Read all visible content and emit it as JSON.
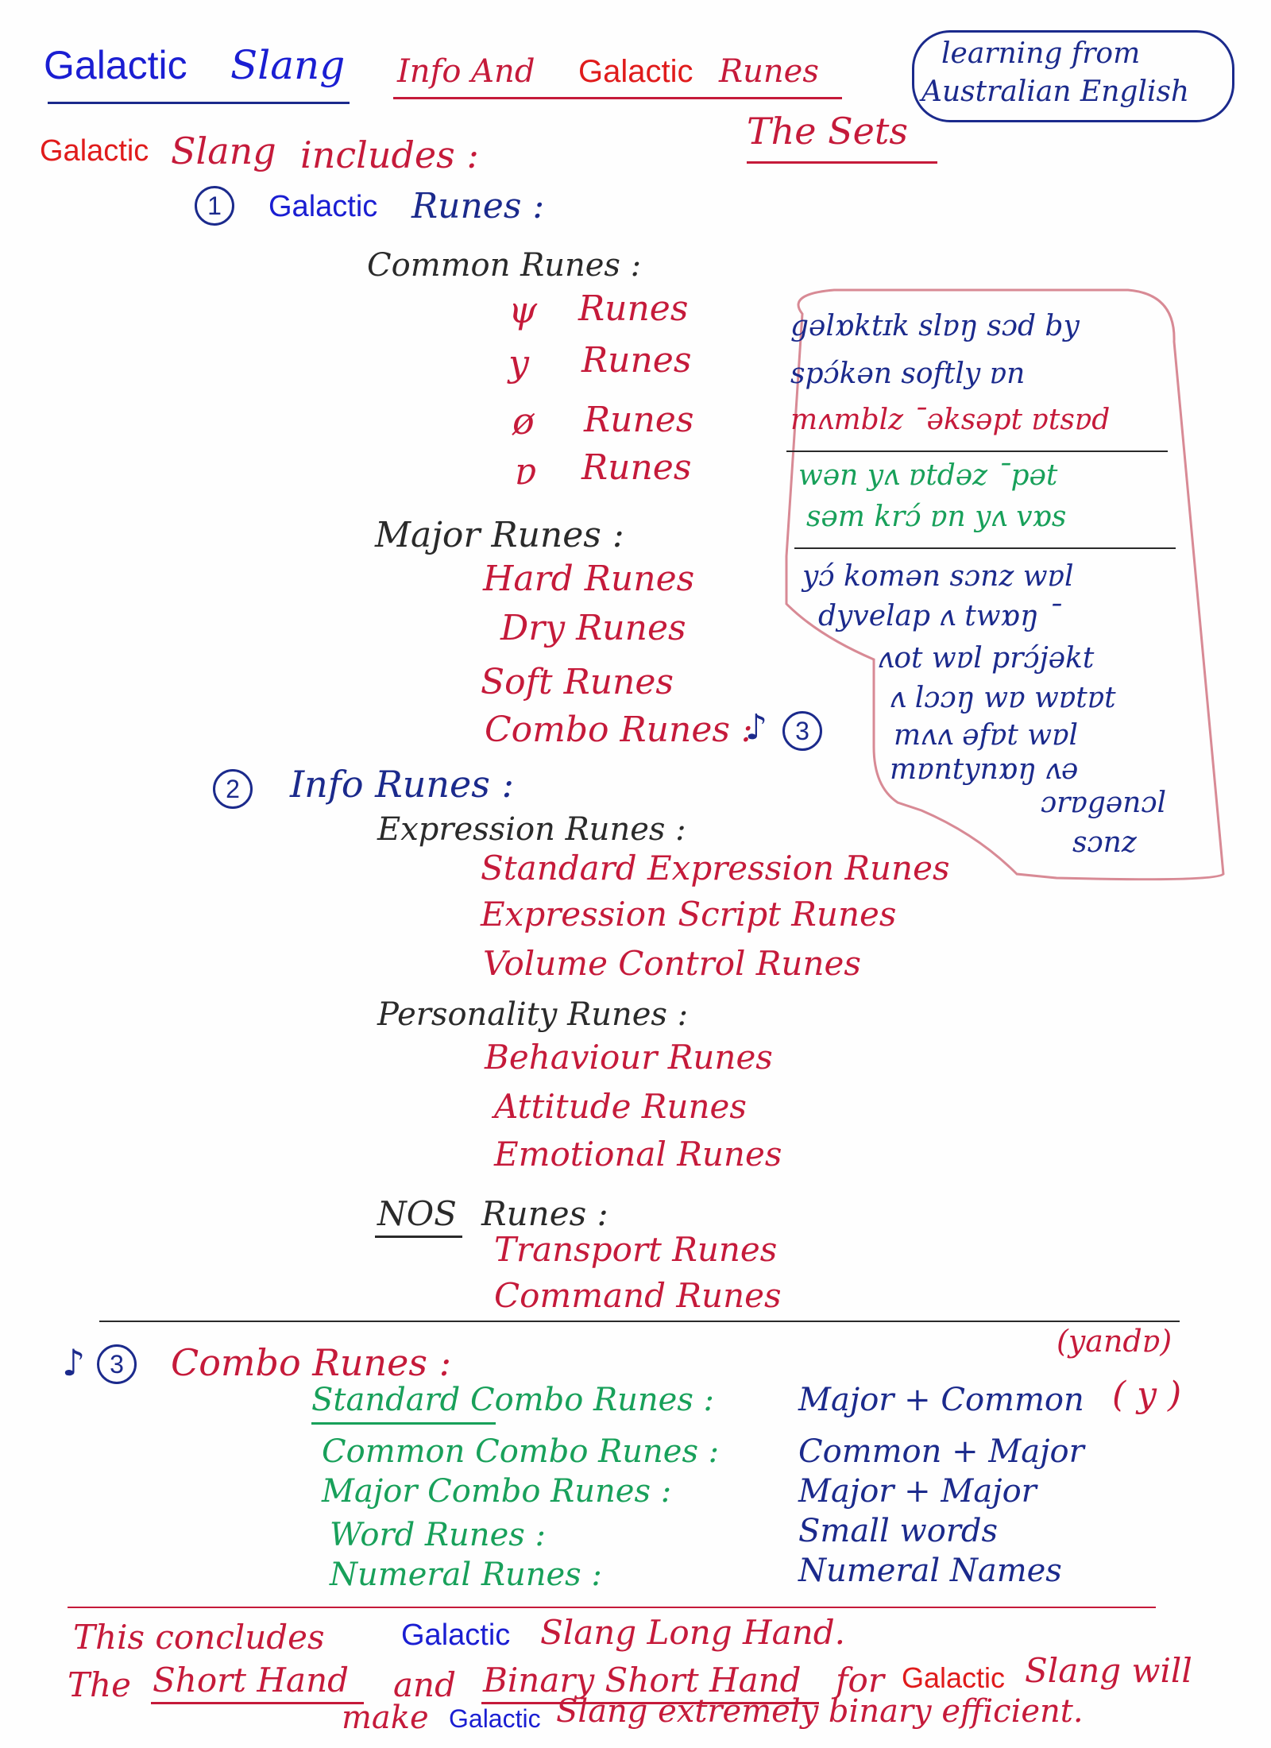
{
  "header": {
    "title_a": "Galactic",
    "title_b": "Slang",
    "sub_a": "Info And",
    "sub_b": "Galactic",
    "sub_c": "Runes",
    "sets": "The Sets",
    "box_line1": "learning from",
    "box_line2": "Australian English"
  },
  "intro": {
    "a": "Galactic",
    "b": "Slang",
    "c": "includes :"
  },
  "section1": {
    "num": "1",
    "a": "Galactic",
    "b": "Runes :",
    "common_heading": "Common Runes :",
    "common_items": [
      {
        "glyph": "ψ",
        "label": "Runes"
      },
      {
        "glyph": "y",
        "label": "Runes"
      },
      {
        "glyph": "ø",
        "label": "Runes"
      },
      {
        "glyph": "ɐ",
        "label": "Runes"
      }
    ],
    "major_heading": "Major Runes :",
    "major_items": [
      "Hard Runes",
      "Dry Runes",
      "Soft Runes",
      "Combo Runes :"
    ],
    "combo_ref": "3"
  },
  "bubble": {
    "lines": [
      "gəlɒktɪk slɐŋ sɔd by",
      "spɔ́kən softly ɐn",
      "mʌmblz ˉəksəpt ɐtsɐd",
      "wən yʌ ɐtdəz ˉpət",
      "səm krɔ́ ɐn yʌ vɒs",
      "yɔ́ komən sɔnz wɐl",
      "dyvelap ʌ twɒŋ ˉ",
      "ʌot wɐl prɔ́jəkt",
      "ʌ lɔɔŋ wɐ wɐtɐt",
      "mʌʌ əfɐt wɐl",
      "mɐntynɒŋ ʌə",
      "ɔrɐgənɔl",
      "sɔnz"
    ]
  },
  "section2": {
    "num": "2",
    "title": "Info Runes :",
    "expression_heading": "Expression Runes :",
    "expression_items": [
      "Standard Expression Runes",
      "Expression Script Runes",
      "Volume Control Runes"
    ],
    "personality_heading": "Personality Runes :",
    "personality_items": [
      "Behaviour Runes",
      "Attitude Runes",
      "Emotional Runes"
    ],
    "nos_heading_a": "NOS",
    "nos_heading_b": "Runes :",
    "nos_items": [
      "Transport Runes",
      "Command Runes"
    ]
  },
  "section3": {
    "num": "3",
    "title": "Combo Runes :",
    "note": "(yandɐ)",
    "rows": [
      {
        "name": "Standard Combo Runes :",
        "value": "Major + Common",
        "extra": "( y )"
      },
      {
        "name": "Common Combo Runes :",
        "value": "Common + Major",
        "extra": ""
      },
      {
        "name": "Major Combo Runes :",
        "value": "Major + Major",
        "extra": ""
      },
      {
        "name": "Word Runes :",
        "value": "Small words",
        "extra": ""
      },
      {
        "name": "Numeral Runes :",
        "value": "Numeral Names",
        "extra": ""
      }
    ]
  },
  "footer": {
    "l1_a": "This concludes",
    "l1_b": "Galactic",
    "l1_c": "Slang Long Hand.",
    "l2_a": "The",
    "l2_b": "Short Hand",
    "l2_c": "and",
    "l2_d": "Binary Short Hand",
    "l2_e": "for",
    "l2_f": "Galactic",
    "l2_g": "Slang will",
    "l3_a": "make",
    "l3_b": "Galactic",
    "l3_c": "Slang extremely binary efficient."
  },
  "colors": {
    "blue": "#1a1ed2",
    "red": "#e01b1b",
    "crimson": "#c51a3a",
    "green": "#18a05a",
    "navy": "#1b2a8c",
    "bubble_border": "#d88a95"
  }
}
